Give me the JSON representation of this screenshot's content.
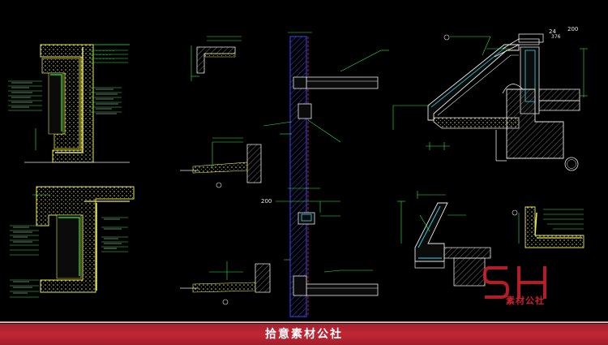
{
  "colors": {
    "background": "#000000",
    "line_yellow": "#e8e84a",
    "line_green": "#2ee84c",
    "line_cyan": "#35d8e8",
    "line_white": "#e8e8e8",
    "line_blue": "#3a46ff",
    "line_red": "#ff3030",
    "footer_band": "#b8232f",
    "watermark_red": "#c8202c"
  },
  "drawing": {
    "dim_200_a": "200",
    "dim_200_b": "200",
    "dim_24": "24",
    "dim_376": "376"
  },
  "watermark": {
    "logo_letters": "SH",
    "logo_text": "素材公社"
  },
  "footer": {
    "caption": "拾意素材公社"
  }
}
